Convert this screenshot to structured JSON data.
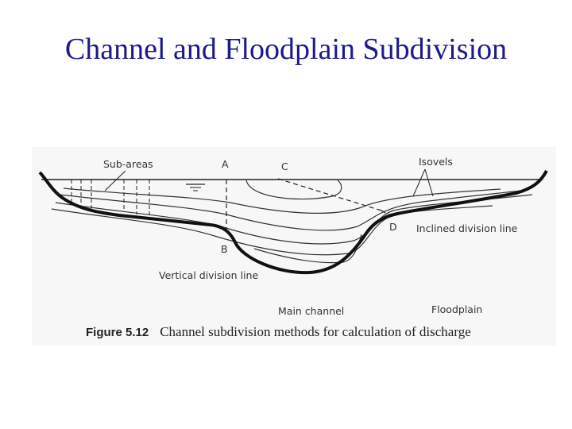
{
  "slide": {
    "title": "Channel and Floodplain Subdivision"
  },
  "figure": {
    "labels": {
      "sub_areas": "Sub-areas",
      "a": "A",
      "c": "C",
      "isovels": "Isovels",
      "d": "D",
      "inclined_division_line": "Inclined division line",
      "b": "B",
      "vertical_division_line": "Vertical division line",
      "main_channel": "Main channel",
      "floodplain": "Floodplain"
    },
    "caption": {
      "number": "Figure 5.12",
      "text": "Channel subdivision methods for calculation of discharge"
    },
    "colors": {
      "ink": "#222222",
      "title": "#1a1a8c"
    }
  }
}
